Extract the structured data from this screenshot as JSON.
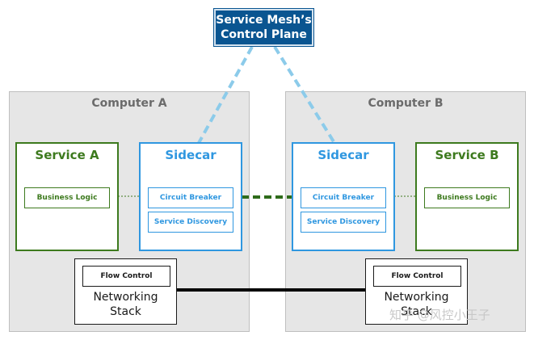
{
  "control_plane": {
    "line1": "Service Mesh’s",
    "line2": "Control Plane"
  },
  "computers": [
    {
      "title": "Computer A",
      "service": {
        "title": "Service A",
        "component": "Business Logic"
      },
      "sidecar": {
        "title": "Sidecar",
        "components": [
          "Circuit Breaker",
          "Service Discovery"
        ]
      },
      "network": {
        "flow_control": "Flow Control",
        "line1": "Networking",
        "line2": "Stack"
      }
    },
    {
      "title": "Computer B",
      "service": {
        "title": "Service B",
        "component": "Business Logic"
      },
      "sidecar": {
        "title": "Sidecar",
        "components": [
          "Circuit Breaker",
          "Service Discovery"
        ]
      },
      "network": {
        "flow_control": "Flow Control",
        "line1": "Networking",
        "line2": "Stack"
      }
    }
  ],
  "watermark": "知乎 @风控小王子",
  "colors": {
    "control_plane": "#0a5591",
    "control_link": "#8ccbea",
    "service": "#3d7a1e",
    "sidecar": "#2f97e0",
    "computer_bg": "#e6e6e6",
    "network_link": "#000000"
  }
}
